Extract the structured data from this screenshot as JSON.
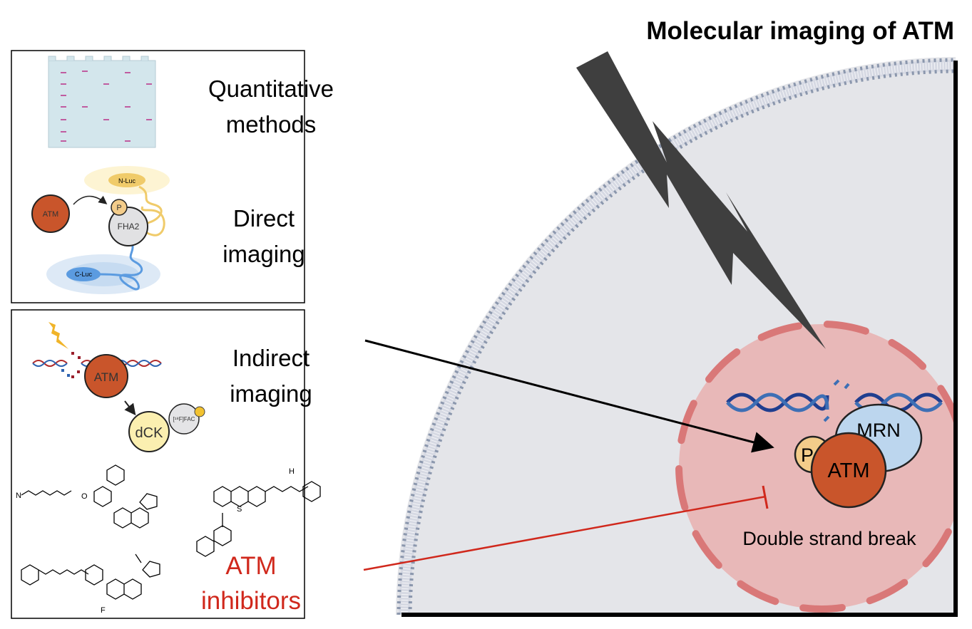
{
  "title": "Molecular imaging of ATM",
  "panel_quantitative": {
    "label_line1": "Quantitative",
    "label_line2": "methods"
  },
  "panel_direct": {
    "label_line1": "Direct",
    "label_line2": "imaging",
    "atm": "ATM",
    "p": "P",
    "fha2": "FHA2",
    "nluc": "N-Luc",
    "cluc": "C-Luc"
  },
  "panel_indirect": {
    "label_line1": "Indirect",
    "label_line2": "imaging",
    "atm": "ATM",
    "dck": "dCK",
    "fac": "[¹⁸F]FAC"
  },
  "panel_inhibitors": {
    "label_line1": "ATM",
    "label_line2": "inhibitors",
    "chem_n": "N",
    "chem_o": "O",
    "chem_s": "S",
    "chem_f": "F",
    "chem_h": "H"
  },
  "cell": {
    "mrn": "MRN",
    "p": "P",
    "atm": "ATM",
    "dsb_label": "Double strand break"
  },
  "colors": {
    "atm": "#c9552b",
    "inhibitor": "#d0281c",
    "nucleus": "#e8b8b8",
    "mrn": "#bcd6ee",
    "phospho": "#f3cc8a"
  }
}
